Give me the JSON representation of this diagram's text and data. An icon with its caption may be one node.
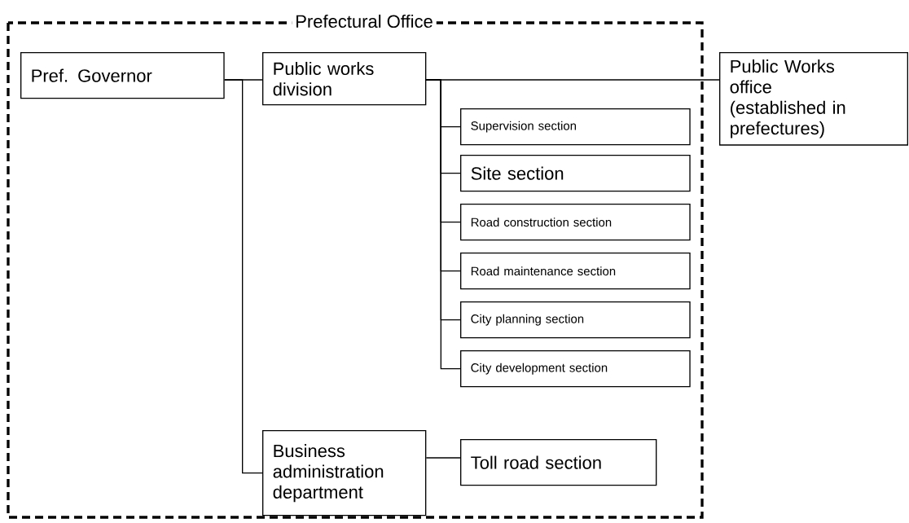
{
  "diagram": {
    "nodes": [
      {
        "text": [
          "Prefectural Office"
        ]
      },
      {
        "text": [
          "Pref. Governor"
        ],
        "in": 0
      },
      {
        "text": [
          "Public works division"
        ],
        "in": 0
      },
      {
        "text": [
          "Public Works office (established in prefectures)"
        ]
      },
      {
        "text": [
          "Supervision section"
        ],
        "in": 0
      },
      {
        "text": [
          "Site section"
        ],
        "in": 0
      },
      {
        "text": [
          "Road construction section"
        ],
        "in": 0
      },
      {
        "text": [
          "Road maintenance section"
        ],
        "in": 0
      },
      {
        "text": [
          "City planning section"
        ],
        "in": 0
      },
      {
        "text": [
          "City development section"
        ],
        "in": 0
      },
      {
        "text": [
          "Business administration department"
        ],
        "in": 0
      },
      {
        "text": [
          "Toll road section"
        ],
        "in": 0
      }
    ],
    "edges": [
      {
        "from": 1,
        "to": 2,
        "arrow": "none"
      },
      {
        "from": 1,
        "to": 10,
        "arrow": "none"
      },
      {
        "from": 2,
        "to": 3,
        "arrow": "none"
      },
      {
        "from": 2,
        "to": 4,
        "arrow": "none"
      },
      {
        "from": 2,
        "to": 5,
        "arrow": "none"
      },
      {
        "from": 2,
        "to": 6,
        "arrow": "none"
      },
      {
        "from": 2,
        "to": 7,
        "arrow": "none"
      },
      {
        "from": 2,
        "to": 8,
        "arrow": "none"
      },
      {
        "from": 2,
        "to": 9,
        "arrow": "none"
      },
      {
        "from": 10,
        "to": 11,
        "arrow": "none"
      }
    ]
  }
}
